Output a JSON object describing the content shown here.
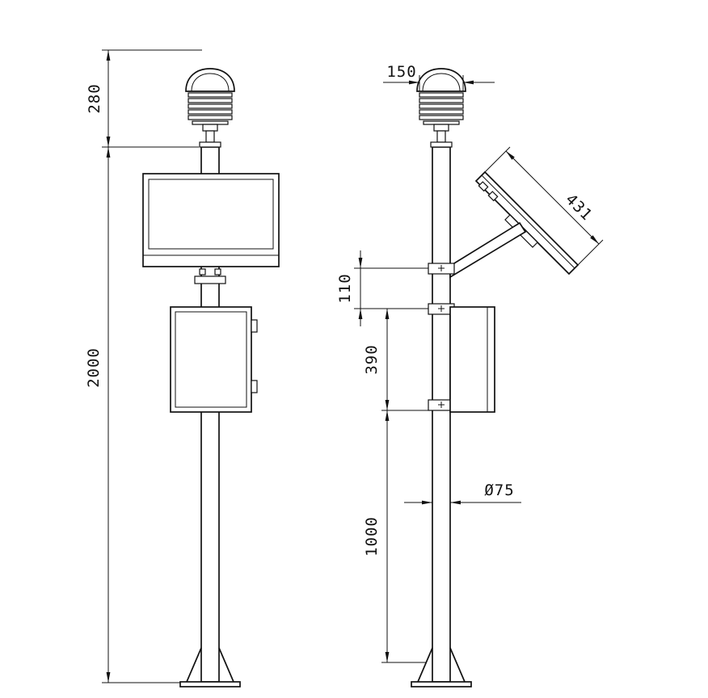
{
  "drawing": {
    "type": "technical-dimension-drawing",
    "subject": "weather-station pole, front and side views",
    "background_color": "#ffffff",
    "line_color": "#111111"
  },
  "dims": {
    "sensor_height": "280",
    "total_height": "2000",
    "sensor_width": "150",
    "panel_length": "431",
    "clamp_spacing": "110",
    "box_section": "390",
    "lower_section": "1000",
    "pole_diameter": "Ø75"
  }
}
